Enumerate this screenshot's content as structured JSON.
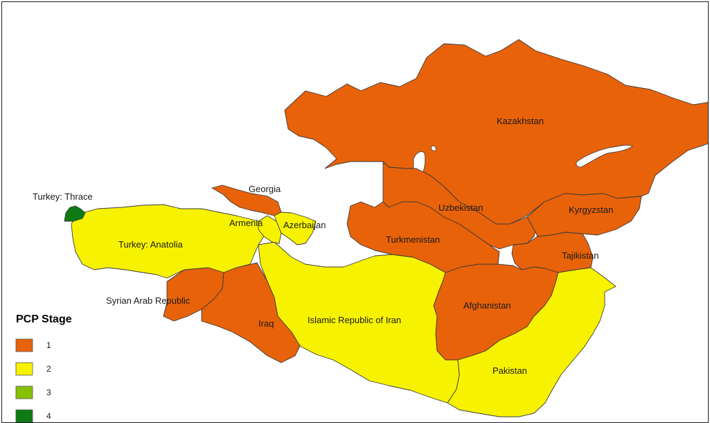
{
  "legend": {
    "title": "PCP Stage",
    "items": [
      {
        "label": "1",
        "color": "#E8620A"
      },
      {
        "label": "2",
        "color": "#F7F200"
      },
      {
        "label": "3",
        "color": "#86C000"
      },
      {
        "label": "4",
        "color": "#0E7A14"
      }
    ]
  },
  "regions": {
    "kazakhstan": {
      "name": "Kazakhstan",
      "stage": 1
    },
    "uzbekistan": {
      "name": "Uzbekistan",
      "stage": 1
    },
    "kyrgyzstan": {
      "name": "Kyrgyzstan",
      "stage": 1
    },
    "turkmenistan": {
      "name": "Turkmenistan",
      "stage": 1
    },
    "tajikistan": {
      "name": "Tajikistan",
      "stage": 1
    },
    "afghanistan": {
      "name": "Afghanistan",
      "stage": 1
    },
    "pakistan": {
      "name": "Pakistan",
      "stage": 2
    },
    "iran": {
      "name": "Islamic Republic of Iran",
      "stage": 2
    },
    "iraq": {
      "name": "Iraq",
      "stage": 1
    },
    "syria": {
      "name": "Syrian Arab Republic",
      "stage": 1
    },
    "georgia": {
      "name": "Georgia",
      "stage": 1
    },
    "armenia": {
      "name": "Armenia",
      "stage": 2
    },
    "azerbaijan": {
      "name": "Azerbaijan",
      "stage": 2
    },
    "turkey_anatolia": {
      "name": "Turkey: Anatolia",
      "stage": 2
    },
    "turkey_thrace": {
      "name": "Turkey: Thrace",
      "stage": 4
    }
  }
}
